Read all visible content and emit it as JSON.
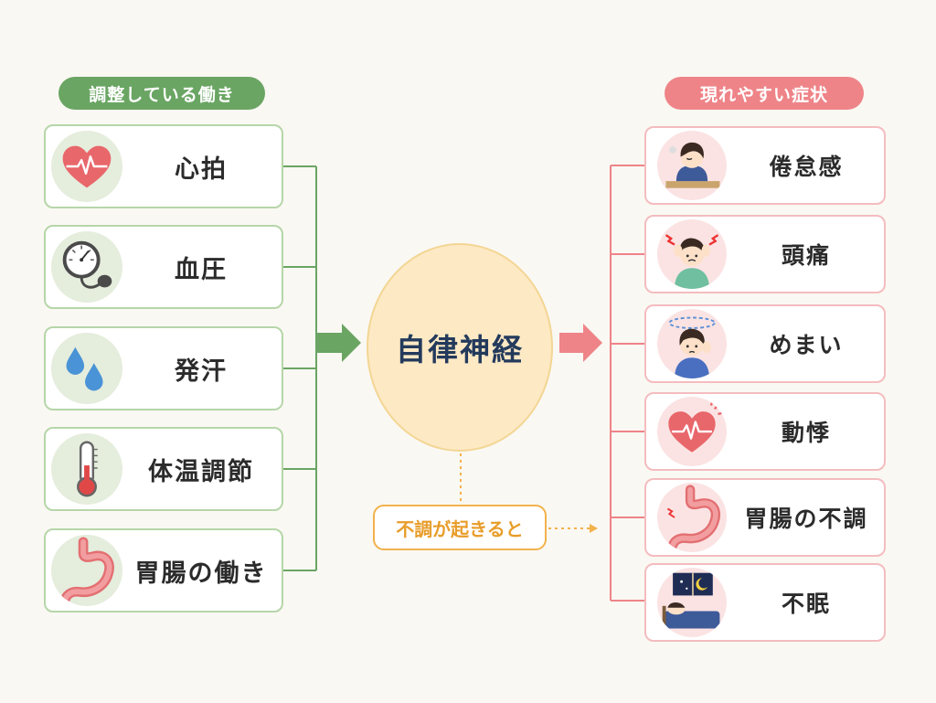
{
  "left_header": "調整している働き",
  "right_header": "現れやすい症状",
  "center": "自律神経",
  "trigger": "不調が起きると",
  "functions": [
    {
      "label": "心拍",
      "icon": "heart-icon"
    },
    {
      "label": "血圧",
      "icon": "blood-pressure-gauge-icon"
    },
    {
      "label": "発汗",
      "icon": "water-drops-icon"
    },
    {
      "label": "体温調節",
      "icon": "thermometer-icon"
    },
    {
      "label": "胃腸の働き",
      "icon": "stomach-icon"
    }
  ],
  "symptoms": [
    {
      "label": "倦怠感",
      "icon": "tired-person-icon"
    },
    {
      "label": "頭痛",
      "icon": "headache-person-icon"
    },
    {
      "label": "めまい",
      "icon": "dizzy-person-icon"
    },
    {
      "label": "動悸",
      "icon": "palpitation-heart-icon"
    },
    {
      "label": "胃腸の不調",
      "icon": "upset-stomach-icon"
    },
    {
      "label": "不眠",
      "icon": "insomnia-bed-icon"
    }
  ],
  "colors": {
    "green": "#6aa563",
    "pink": "#ee8488",
    "orange": "#f2b24b",
    "navy": "#233a5c"
  }
}
